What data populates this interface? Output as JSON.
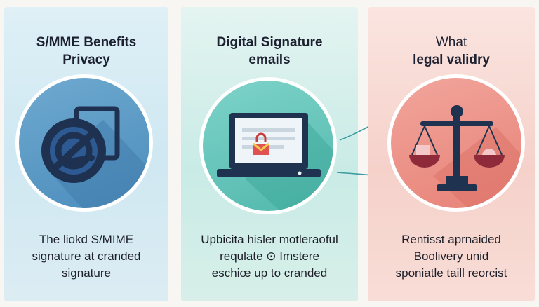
{
  "panels": [
    {
      "title_line1": "S/MME Benefits",
      "title_line2": "Privacy",
      "body_line1": "The liokd S/MIME",
      "body_line2": "signature at cranded",
      "body_line3": "signature",
      "icon": "lock-shield-icon",
      "accent": "#4c8dbd"
    },
    {
      "title_line1": "Digital Signature",
      "title_line2": "emails",
      "body_line1": "Upbicita hisler motleraoful",
      "body_line2": "requlate ⊙ Imstere",
      "body_line3": "eschiœ up to cranded",
      "icon": "laptop-email-lock-icon",
      "accent": "#52b8ad"
    },
    {
      "title_line1": "What",
      "title_line2": "legal validry",
      "body_line1": "Rentisst aprnaided",
      "body_line2": "Boolivery unid",
      "body_line3": "sponiatle taill reorcist",
      "icon": "scales-of-justice-icon",
      "accent": "#e78277"
    }
  ]
}
